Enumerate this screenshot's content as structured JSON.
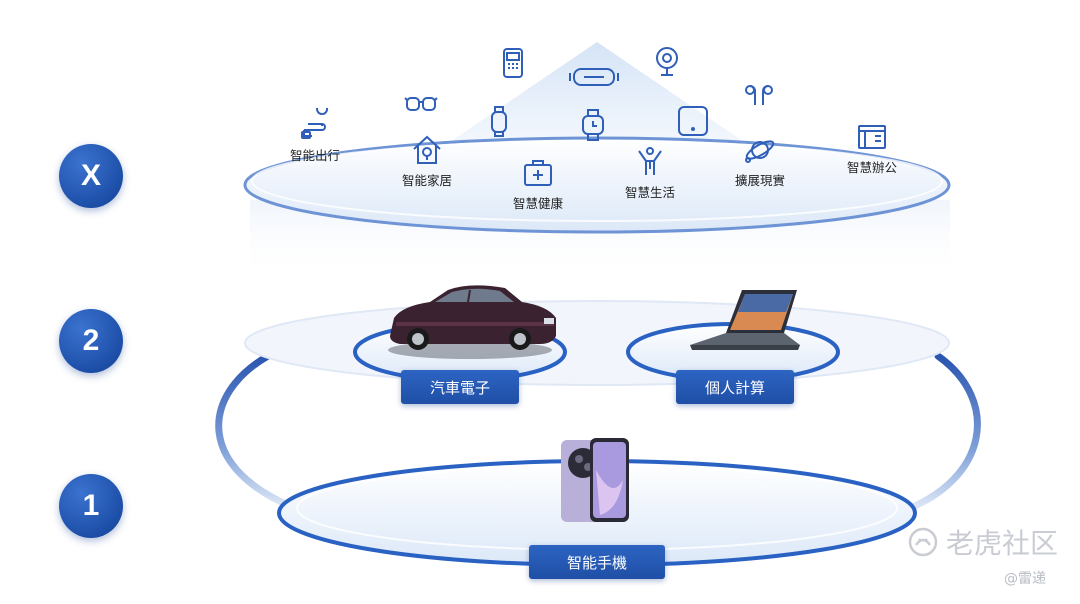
{
  "layers": [
    {
      "badge": "X",
      "icons": [
        {
          "label": "智能出行",
          "icon": "route-pin-icon"
        },
        {
          "label": "智能家居",
          "icon": "smart-home-icon"
        },
        {
          "label": "智慧健康",
          "icon": "medical-kit-icon"
        },
        {
          "label": "智慧生活",
          "icon": "person-activity-icon"
        },
        {
          "label": "擴展現實",
          "icon": "orbit-planet-icon"
        },
        {
          "label": "智慧辦公",
          "icon": "office-door-icon"
        }
      ],
      "extra_icons": [
        "vr-glasses-icon",
        "pos-terminal-icon",
        "smart-band-icon",
        "vr-headset-icon",
        "webcam-icon",
        "smartwatch-icon",
        "tablet-icon",
        "earbuds-icon"
      ]
    },
    {
      "badge": "2",
      "tags": [
        "汽車電子",
        "個人計算"
      ],
      "devices": [
        "sedan-car-image",
        "laptop-image"
      ]
    },
    {
      "badge": "1",
      "tags": [
        "智能手機"
      ],
      "devices": [
        "smartphone-image"
      ]
    }
  ],
  "watermark": {
    "main": "老虎社区",
    "sub": "@雷递"
  },
  "colors": {
    "accent": "#1f4fa6",
    "icon_stroke": "#2f5fb8",
    "ring": "#2a62c4"
  }
}
